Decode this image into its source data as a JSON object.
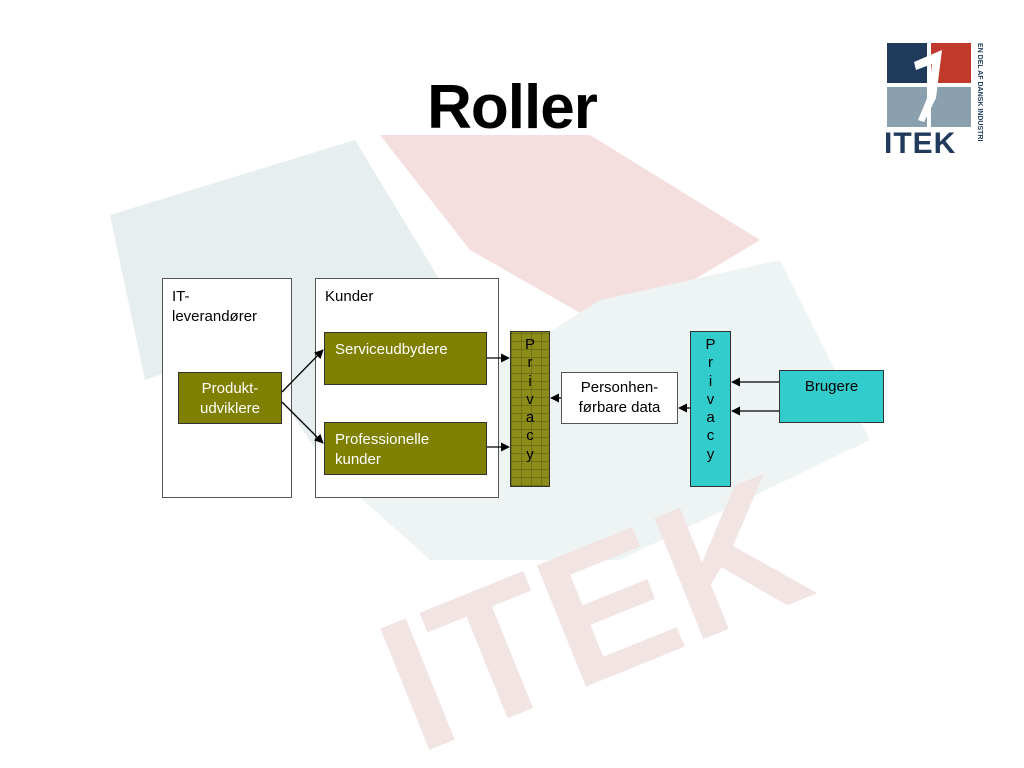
{
  "slide": {
    "title": "Roller"
  },
  "logo": {
    "name": "ITEK",
    "tagline": "EN DEL AF DANSK INDUSTRI"
  },
  "watermark": {
    "text": "ITEK"
  },
  "diagram": {
    "it_group_label": "IT-\nleverandører",
    "kunder_group_label": "Kunder",
    "produkt_label": "Produkt-\nudviklere",
    "service_label": "Serviceudbydere",
    "professional_label": "Professionelle\nkunder",
    "privacy_letters": [
      "P",
      "r",
      "i",
      "v",
      "a",
      "c",
      "y"
    ],
    "personal_data_label": "Personhen-\nførbare data",
    "brugere_label": "Brugere"
  },
  "colors": {
    "olive": "#7f7f00",
    "cyan": "#33cccc",
    "logo_navy": "#1f3a5a",
    "logo_red": "#c0392b",
    "logo_grey": "#8aa0ae"
  }
}
